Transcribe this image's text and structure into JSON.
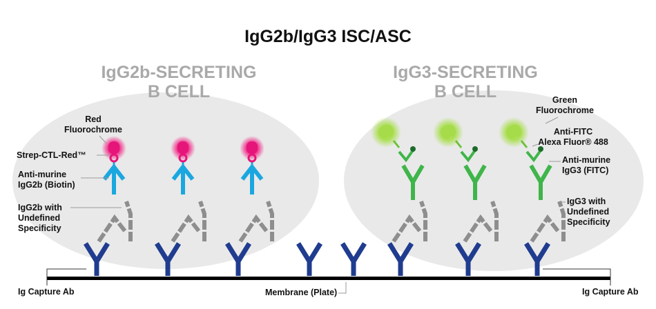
{
  "title": "IgG2b/IgG3 ISC/ASC",
  "cells": {
    "left": {
      "line1": "IgG2b-SECRETING",
      "line2": "B CELL"
    },
    "right": {
      "line1": "IgG3-SECRETING",
      "line2": "B CELL"
    }
  },
  "labels": {
    "red_fluorochrome_1": "Red",
    "red_fluorochrome_2": "Fluorochrome",
    "strep": "Strep-CTL-Red™",
    "anti_igg2b_1": "Anti-murine",
    "anti_igg2b_2": "IgG2b (Biotin)",
    "igg2b_undefined_1": "IgG2b with",
    "igg2b_undefined_2": "Undefined",
    "igg2b_undefined_3": "Specificity",
    "green_fluorochrome_1": "Green",
    "green_fluorochrome_2": "Fluorochrome",
    "anti_fitc_1": "Anti-FITC",
    "anti_fitc_2": "Alexa Fluor® 488",
    "anti_igg3_1": "Anti-murine",
    "anti_igg3_2": "IgG3 (FITC)",
    "igg3_undefined_1": "IgG3 with",
    "igg3_undefined_2": "Undefined",
    "igg3_undefined_3": "Specificity",
    "capture_left": "Ig Capture Ab",
    "capture_right": "Ig Capture Ab",
    "membrane": "Membrane (Plate)"
  },
  "colors": {
    "cell_fill": "#e9e9e9",
    "capture_ab": "#1f3c8f",
    "secreted_ab": "#8e8e8e",
    "anti_igg2b": "#1aa7e0",
    "anti_igg3": "#3fb54a",
    "red_fluor": "#e6157a",
    "green_fluor": "#a6dc4a",
    "membrane": "#000000"
  }
}
